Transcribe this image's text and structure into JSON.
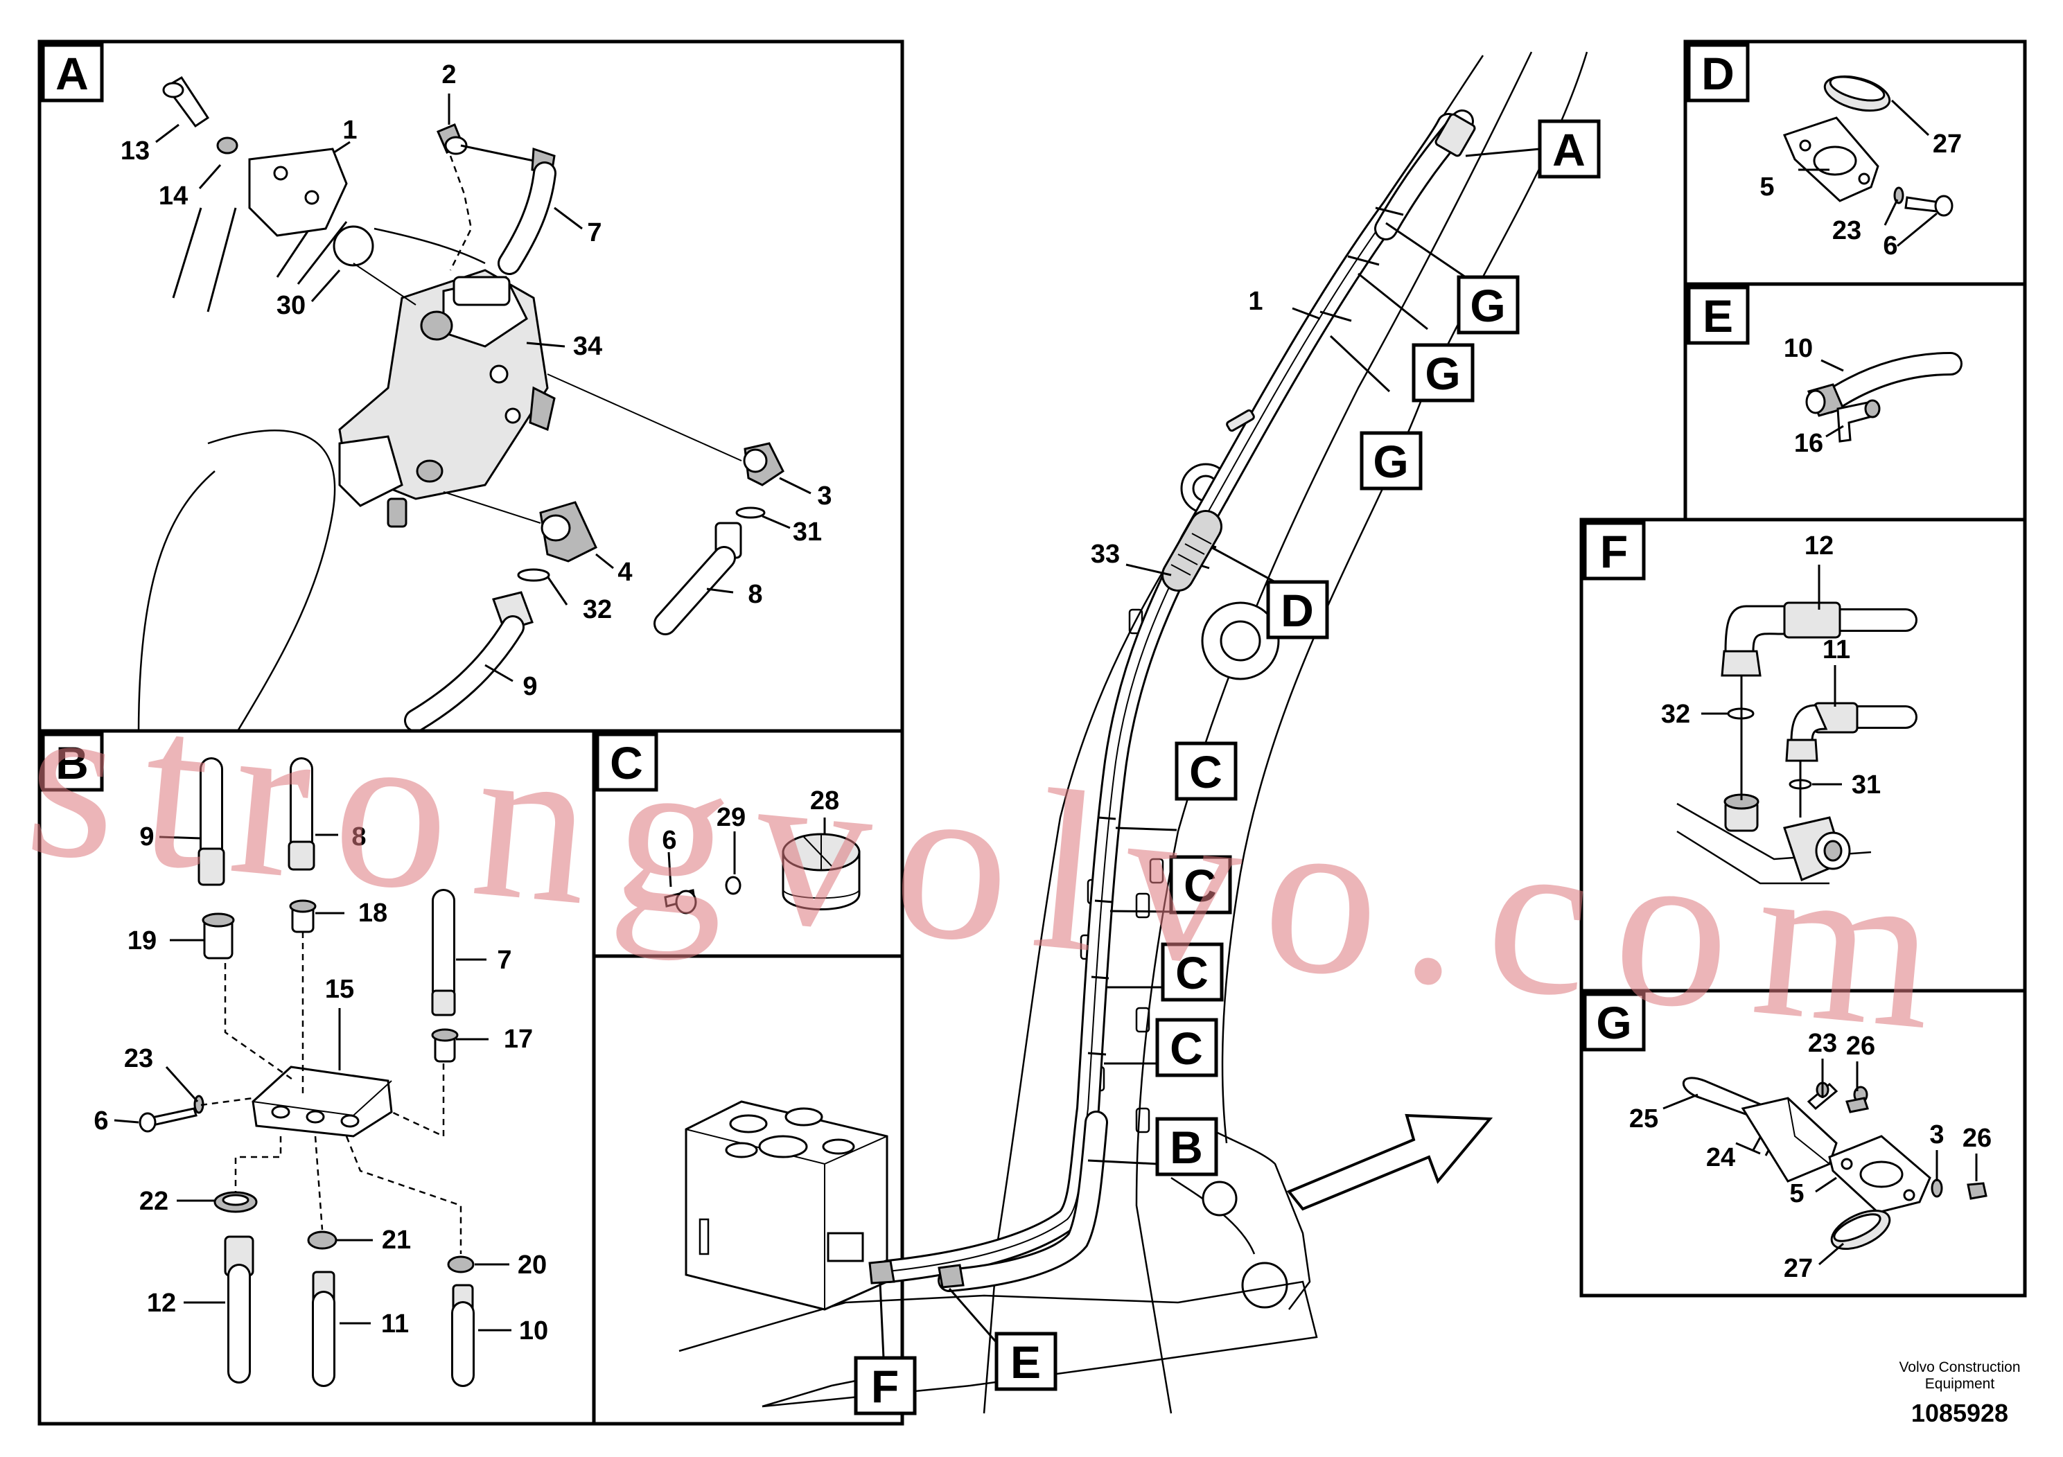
{
  "panels": {
    "A": {
      "tag": "A",
      "callouts": [
        "13",
        "14",
        "1",
        "2",
        "7",
        "30",
        "34",
        "3",
        "31",
        "4",
        "8",
        "32",
        "9"
      ]
    },
    "B": {
      "tag": "B",
      "callouts": [
        "9",
        "8",
        "18",
        "19",
        "7",
        "15",
        "17",
        "23",
        "6",
        "22",
        "21",
        "20",
        "12",
        "11",
        "10"
      ]
    },
    "C": {
      "tag": "C",
      "callouts": [
        "6",
        "29",
        "28"
      ]
    },
    "D": {
      "tag": "D",
      "callouts": [
        "27",
        "5",
        "23",
        "6"
      ]
    },
    "E": {
      "tag": "E",
      "callouts": [
        "10",
        "16"
      ]
    },
    "F": {
      "tag": "F",
      "callouts": [
        "12",
        "11",
        "32",
        "31"
      ]
    },
    "G": {
      "tag": "G",
      "callouts": [
        "23",
        "26",
        "25",
        "24",
        "3",
        "26",
        "5",
        "27"
      ]
    }
  },
  "main_view": {
    "tags": [
      "A",
      "G",
      "G",
      "G",
      "D",
      "C",
      "C",
      "C",
      "C",
      "B",
      "F",
      "E"
    ],
    "callouts": [
      "1",
      "33"
    ]
  },
  "footer": {
    "company_line1": "Volvo Construction",
    "company_line2": "Equipment",
    "drawing_number": "1085928"
  },
  "watermark": "strongvolvo.com"
}
